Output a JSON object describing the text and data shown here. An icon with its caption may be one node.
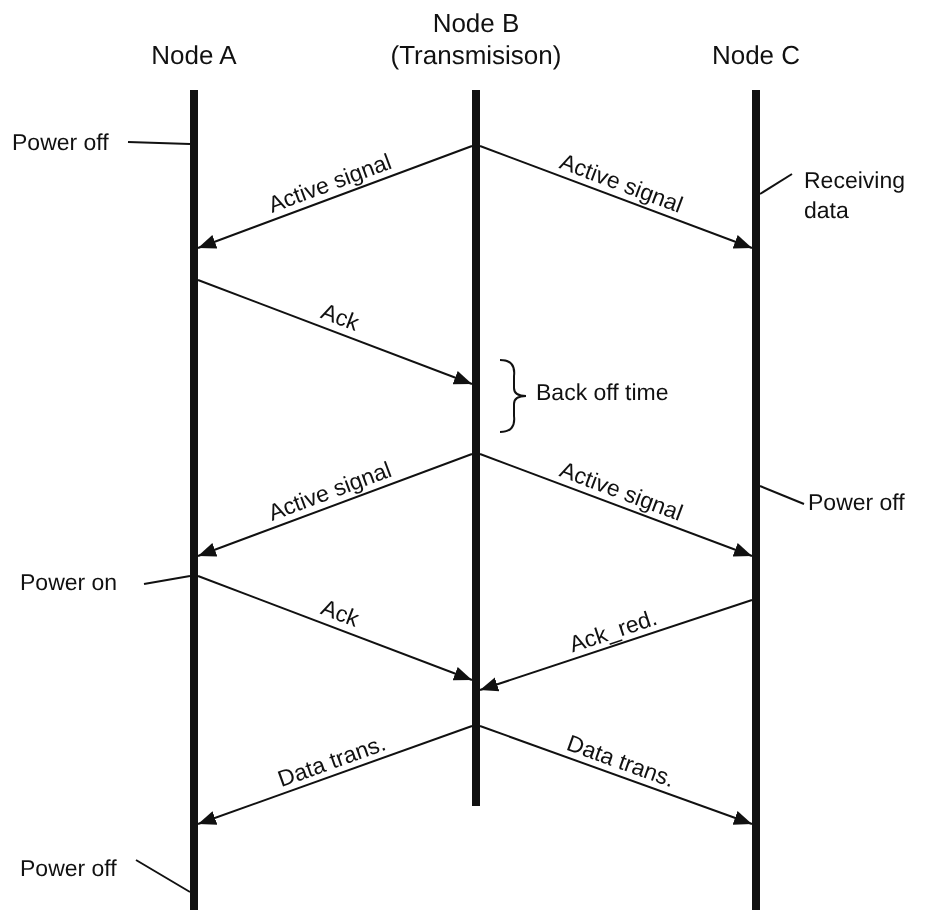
{
  "diagram": {
    "nodes": [
      {
        "text": [
          "Node A"
        ]
      },
      {
        "text": [
          "Node B (Transmisison)"
        ]
      },
      {
        "text": [
          "Node C"
        ]
      },
      {
        "text": [
          "Power off"
        ]
      },
      {
        "text": [
          "Receiving data"
        ]
      },
      {
        "text": [
          "Power off"
        ]
      },
      {
        "text": [
          "Power on"
        ]
      },
      {
        "text": [
          "Power off"
        ]
      }
    ],
    "edges": [
      {
        "from": 1,
        "to": 0,
        "arrow": "to",
        "label": "Active signal"
      },
      {
        "from": 1,
        "to": 2,
        "arrow": "to",
        "label": "Active signal"
      },
      {
        "from": 0,
        "to": 1,
        "arrow": "to",
        "label": "Ack"
      },
      {
        "from": 1,
        "to": 0,
        "arrow": "to",
        "label": "Active signal"
      },
      {
        "from": 1,
        "to": 2,
        "arrow": "to",
        "label": "Active signal"
      },
      {
        "from": 0,
        "to": 1,
        "arrow": "to",
        "label": "Ack"
      },
      {
        "from": 2,
        "to": 1,
        "arrow": "to",
        "label": "Ack_red."
      },
      {
        "from": 1,
        "to": 0,
        "arrow": "to",
        "label": "Data trans."
      },
      {
        "from": 1,
        "to": 2,
        "arrow": "to",
        "label": "Data trans."
      },
      {
        "from": 3,
        "to": 0,
        "arrow": "none"
      },
      {
        "from": 4,
        "to": 2,
        "arrow": "none"
      },
      {
        "from": 5,
        "to": 2,
        "arrow": "none"
      },
      {
        "from": 6,
        "to": 0,
        "arrow": "none"
      },
      {
        "from": 7,
        "to": 0,
        "arrow": "none"
      }
    ],
    "labels": [
      "Back off time"
    ]
  }
}
